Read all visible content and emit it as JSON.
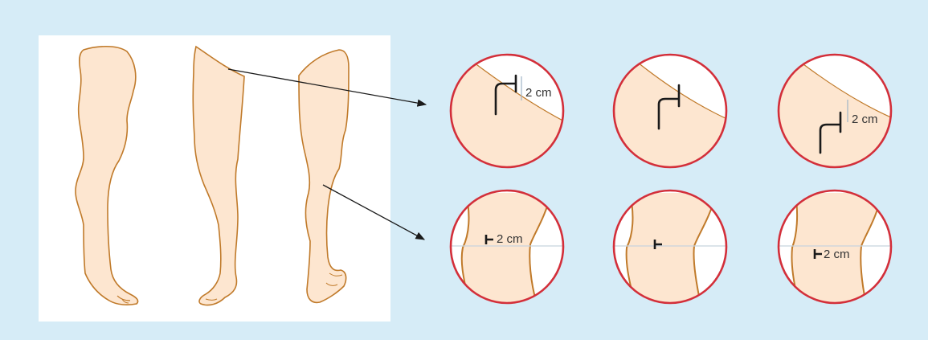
{
  "colors": {
    "background": "#d6ecf7",
    "panel": "#ffffff",
    "skin": "#fde6d0",
    "skin_outline": "#c07a2a",
    "ring": "#d32f3a",
    "ink": "#1a1a1a",
    "guide": "#9fb4c6"
  },
  "views": [
    "anterior-leg",
    "lateral-leg",
    "posterior-leg"
  ],
  "top_row": [
    {
      "marker": "hook-incision",
      "label": "2 cm"
    },
    {
      "marker": "hook-incision",
      "label": ""
    },
    {
      "marker": "hook-incision",
      "label": "2 cm"
    }
  ],
  "bottom_row": [
    {
      "marker": "t-mark",
      "label": "2 cm"
    },
    {
      "marker": "t-mark",
      "label": ""
    },
    {
      "marker": "t-mark",
      "label": "2 cm"
    }
  ]
}
